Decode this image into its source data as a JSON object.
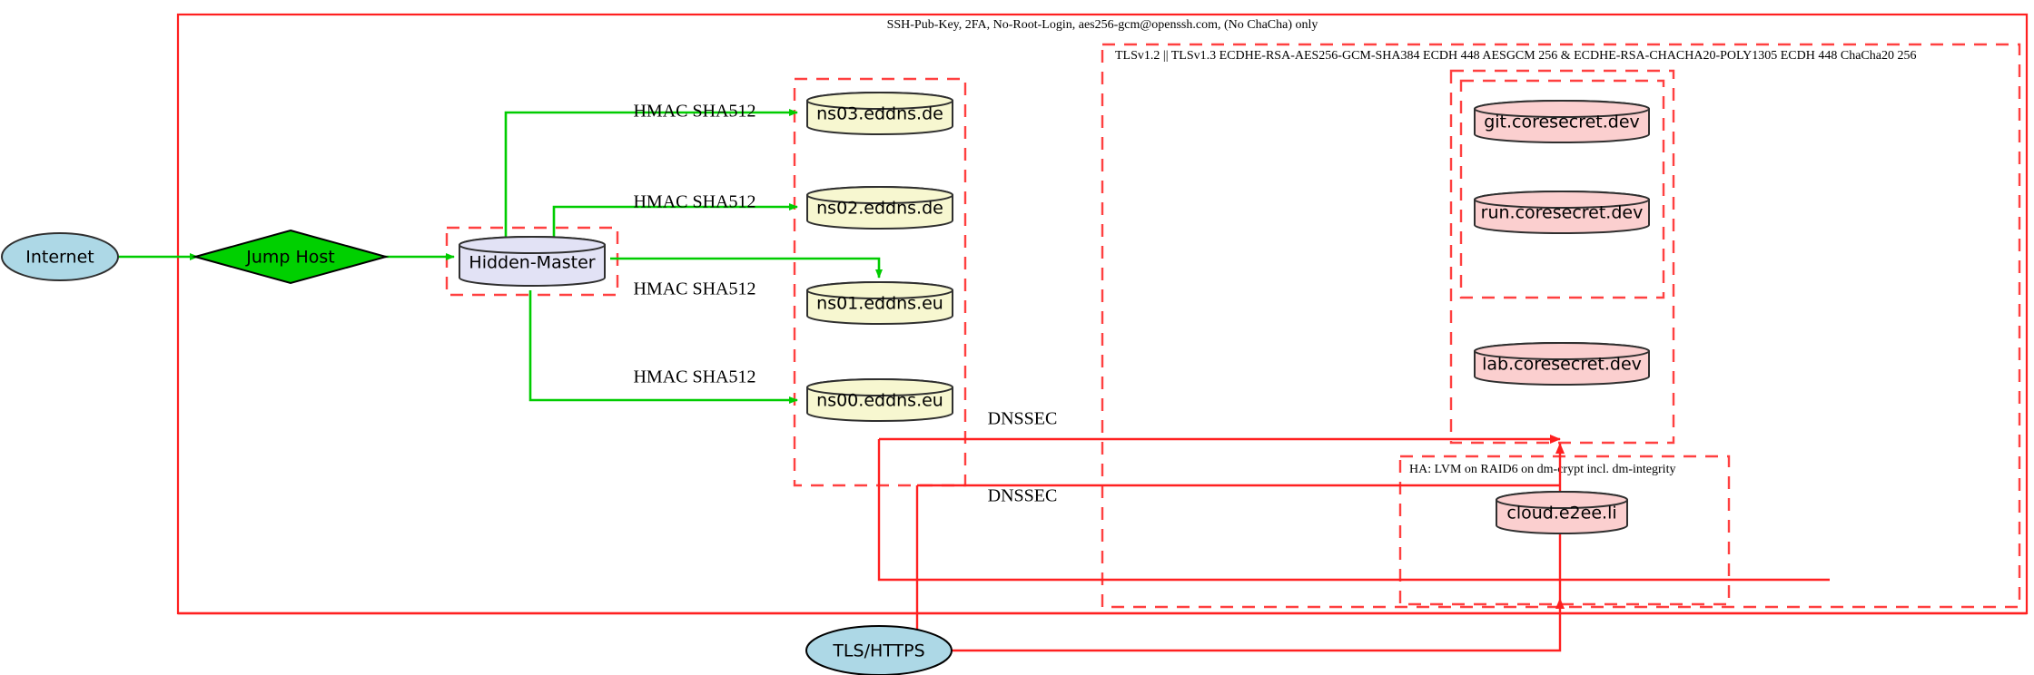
{
  "diagram": {
    "title_label": "SSH-Pub-Key, 2FA, No-Root-Login, aes256-gcm@openssh.com, (No ChaCha) only",
    "colors": {
      "frame_red": "#ff2020",
      "dashed_red": "#ff4040",
      "green_edge": "#00cc00",
      "red_edge": "#ff2020",
      "internet_fill": "#add8e6",
      "jump_host_fill": "#00d000",
      "hidden_master_fill": "#e2e2f5",
      "dns_fill": "#f7f7d0",
      "service_fill": "#fbcfcf",
      "tls_fill": "#add8e6",
      "stroke": "#2f2f2f"
    },
    "clusters": [
      {
        "name": "ssh-cluster",
        "label": "SSH-Pub-Key, 2FA, No-Root-Login, aes256-gcm@openssh.com, (No ChaCha) only"
      },
      {
        "name": "tls-cluster",
        "label": "TLSv1.2 || TLSv1.3 ECDHE-RSA-AES256-GCM-SHA384 ECDH 448 AESGCM 256 & ECDHE-RSA-CHACHA20-POLY1305 ECDH 448 ChaCha20 256"
      },
      {
        "name": "ha-cluster",
        "label": "HA: LVM on RAID6 on dm-crypt incl. dm-integrity"
      },
      {
        "name": "hidden-master-cluster",
        "label": ""
      },
      {
        "name": "dns-cluster",
        "label": ""
      },
      {
        "name": "coresecret-cluster",
        "label": ""
      },
      {
        "name": "coresecret-inner-cluster",
        "label": ""
      }
    ],
    "nodes": {
      "internet": "Internet",
      "jump_host": "Jump Host",
      "hidden_master": "Hidden-Master",
      "ns03": "ns03.eddns.de",
      "ns02": "ns02.eddns.de",
      "ns01": "ns01.eddns.eu",
      "ns00": "ns00.eddns.eu",
      "git": "git.coresecret.dev",
      "run": "run.coresecret.dev",
      "lab": "lab.coresecret.dev",
      "cloud": "cloud.e2ee.li",
      "tls_https": "TLS/HTTPS"
    },
    "edge_labels": {
      "hmac_ns03": "HMAC SHA512",
      "hmac_ns02": "HMAC SHA512",
      "hmac_ns01": "HMAC SHA512",
      "hmac_ns00": "HMAC SHA512",
      "dnssec_upper": "DNSSEC",
      "dnssec_lower": "DNSSEC"
    }
  }
}
